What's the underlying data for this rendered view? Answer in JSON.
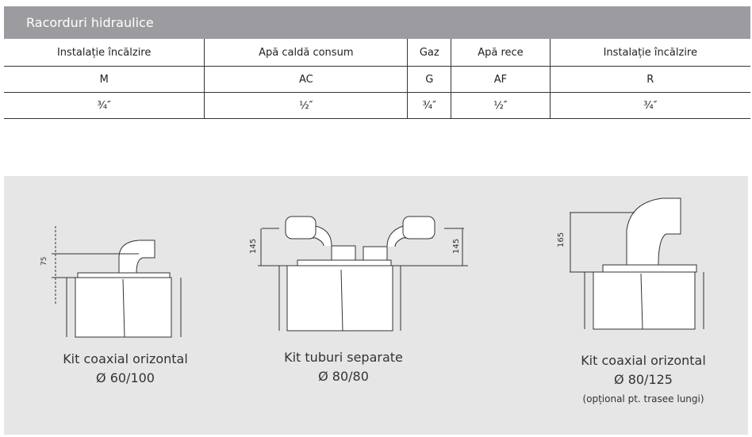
{
  "title": "Racorduri hidraulice",
  "table": {
    "headers": [
      "Instalație încălzire",
      "Apă caldă consum",
      "Gaz",
      "Apă rece",
      "Instalație încălzire"
    ],
    "codes": [
      "M",
      "AC",
      "G",
      "AF",
      "R"
    ],
    "sizes": [
      "¾″",
      "½″",
      "¾″",
      "½″",
      "¾″"
    ]
  },
  "kits": [
    {
      "name": "Kit coaxial orizontal",
      "diameter": "Ø 60/100",
      "dimension": "75"
    },
    {
      "name": "Kit tuburi separate",
      "diameter": "Ø 80/80",
      "dimension": "145",
      "dimension2": "145"
    },
    {
      "name": "Kit coaxial orizontal",
      "diameter": "Ø 80/125",
      "dimension": "165",
      "note": "(opțional pt. trasee lungi)"
    }
  ]
}
